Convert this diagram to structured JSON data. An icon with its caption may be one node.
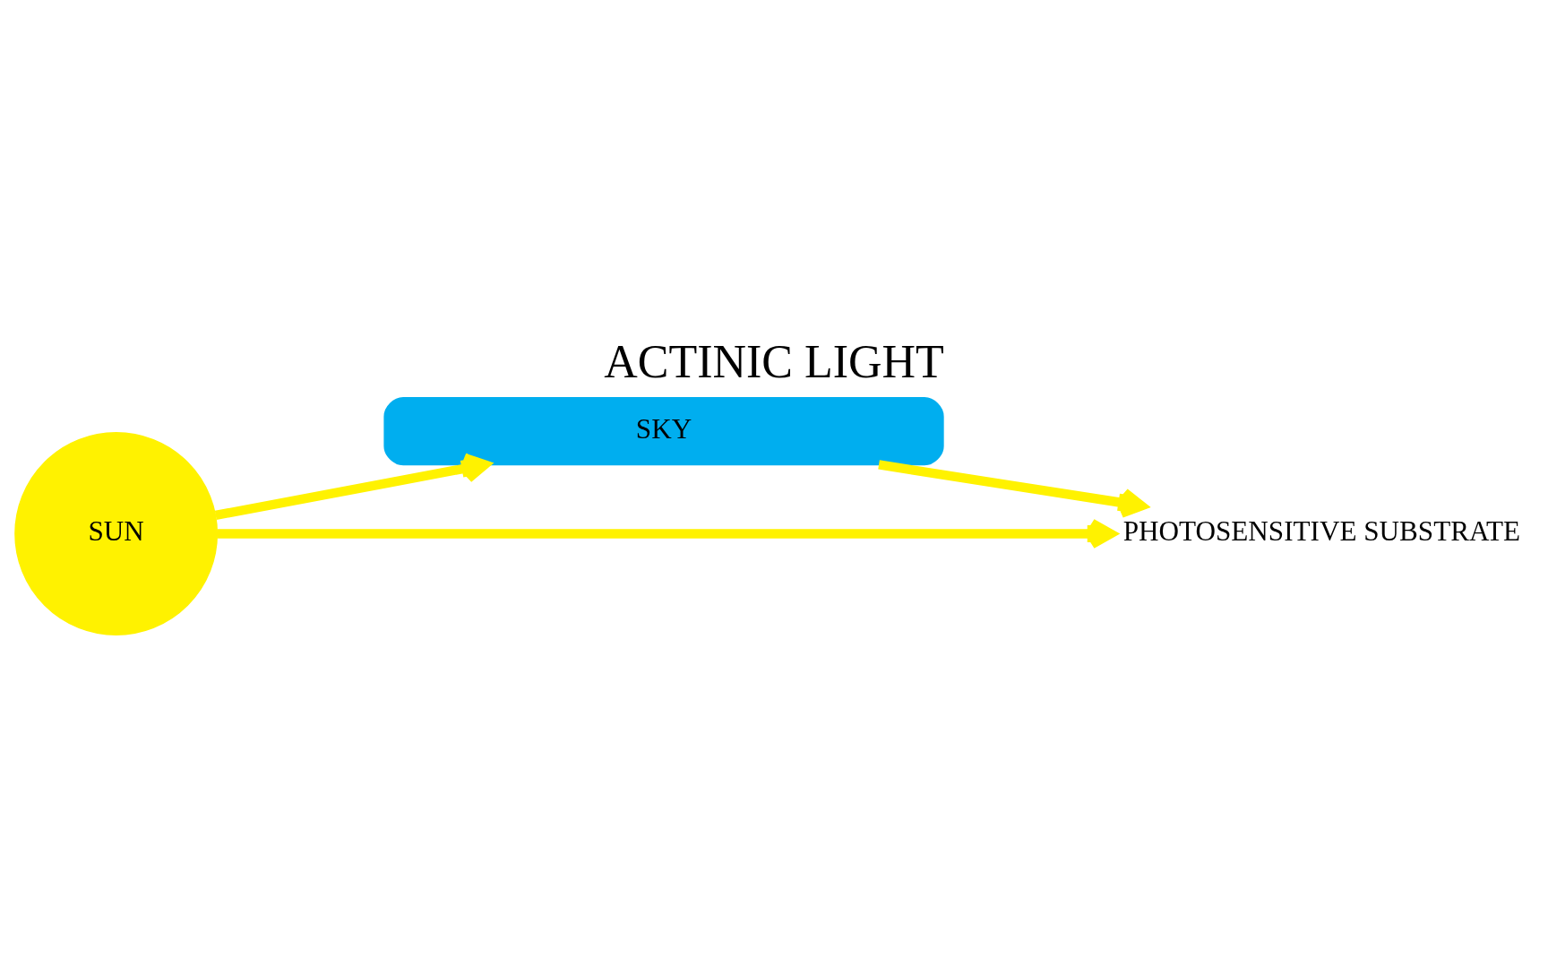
{
  "diagram": {
    "title": "ACTINIC LIGHT",
    "nodes": [
      {
        "text": [
          "SUN"
        ]
      },
      {
        "text": [
          "SKY"
        ]
      },
      {
        "text": [
          "PHOTOSENSITIVE SUBSTRATE"
        ]
      }
    ],
    "edges": [
      {
        "from": 0,
        "to": 1,
        "arrow": "to"
      },
      {
        "from": 1,
        "to": 2,
        "arrow": "to"
      },
      {
        "from": 0,
        "to": 2,
        "arrow": "to"
      }
    ]
  }
}
